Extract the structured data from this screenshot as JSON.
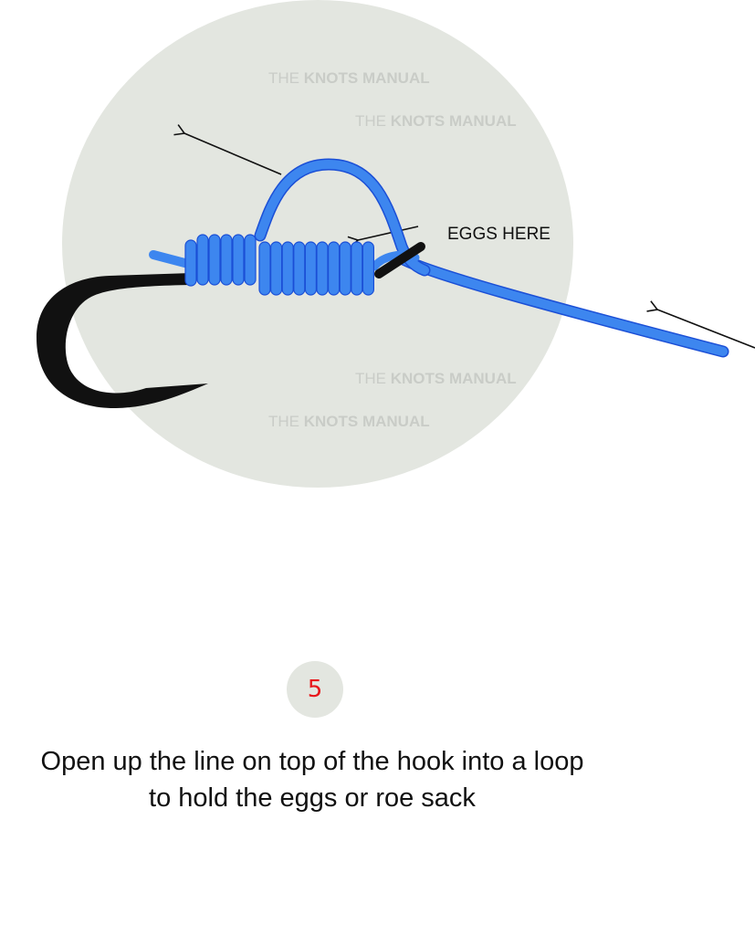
{
  "watermark": "THE KNOTS MANUAL",
  "diagram": {
    "annotation": "EGGS HERE",
    "colors": {
      "line": "#3d86ef",
      "line_outline": "#1b4fd6",
      "hook": "#111111",
      "background_circle": "#e3e6e0",
      "arrow": "#111111"
    }
  },
  "step": {
    "number": "5",
    "number_color": "#e8171b"
  },
  "caption": {
    "line1": "Open up the line on top of the hook into a loop",
    "line2": "to hold the eggs or roe sack"
  }
}
